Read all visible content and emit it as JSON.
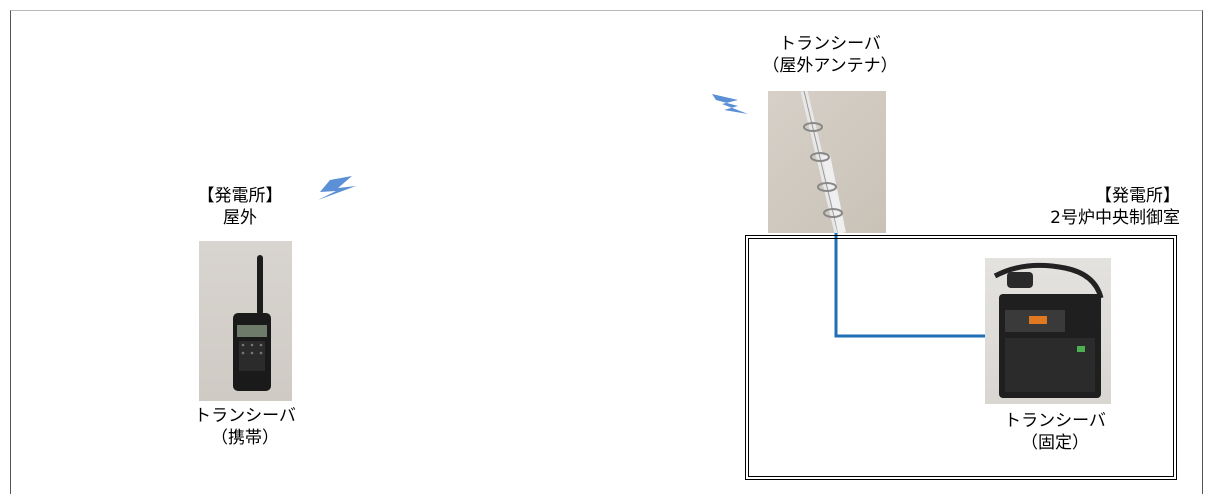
{
  "outdoor": {
    "location_line1": "【発電所】",
    "location_line2": "屋外",
    "device_line1": "トランシーバ",
    "device_line2": "（携帯）"
  },
  "antenna": {
    "device_line1": "トランシーバ",
    "device_line2": "（屋外アンテナ）"
  },
  "control_room": {
    "location_line1": "【発電所】",
    "location_line2": "2号炉中央制御室",
    "device_line1": "トランシーバ",
    "device_line2": "（固定）"
  },
  "icons": [
    "radio-wave-icon",
    "radio-wave-icon"
  ],
  "colors": {
    "cable": "#1f6fb5",
    "radio_wave": "#5b8fd6"
  }
}
